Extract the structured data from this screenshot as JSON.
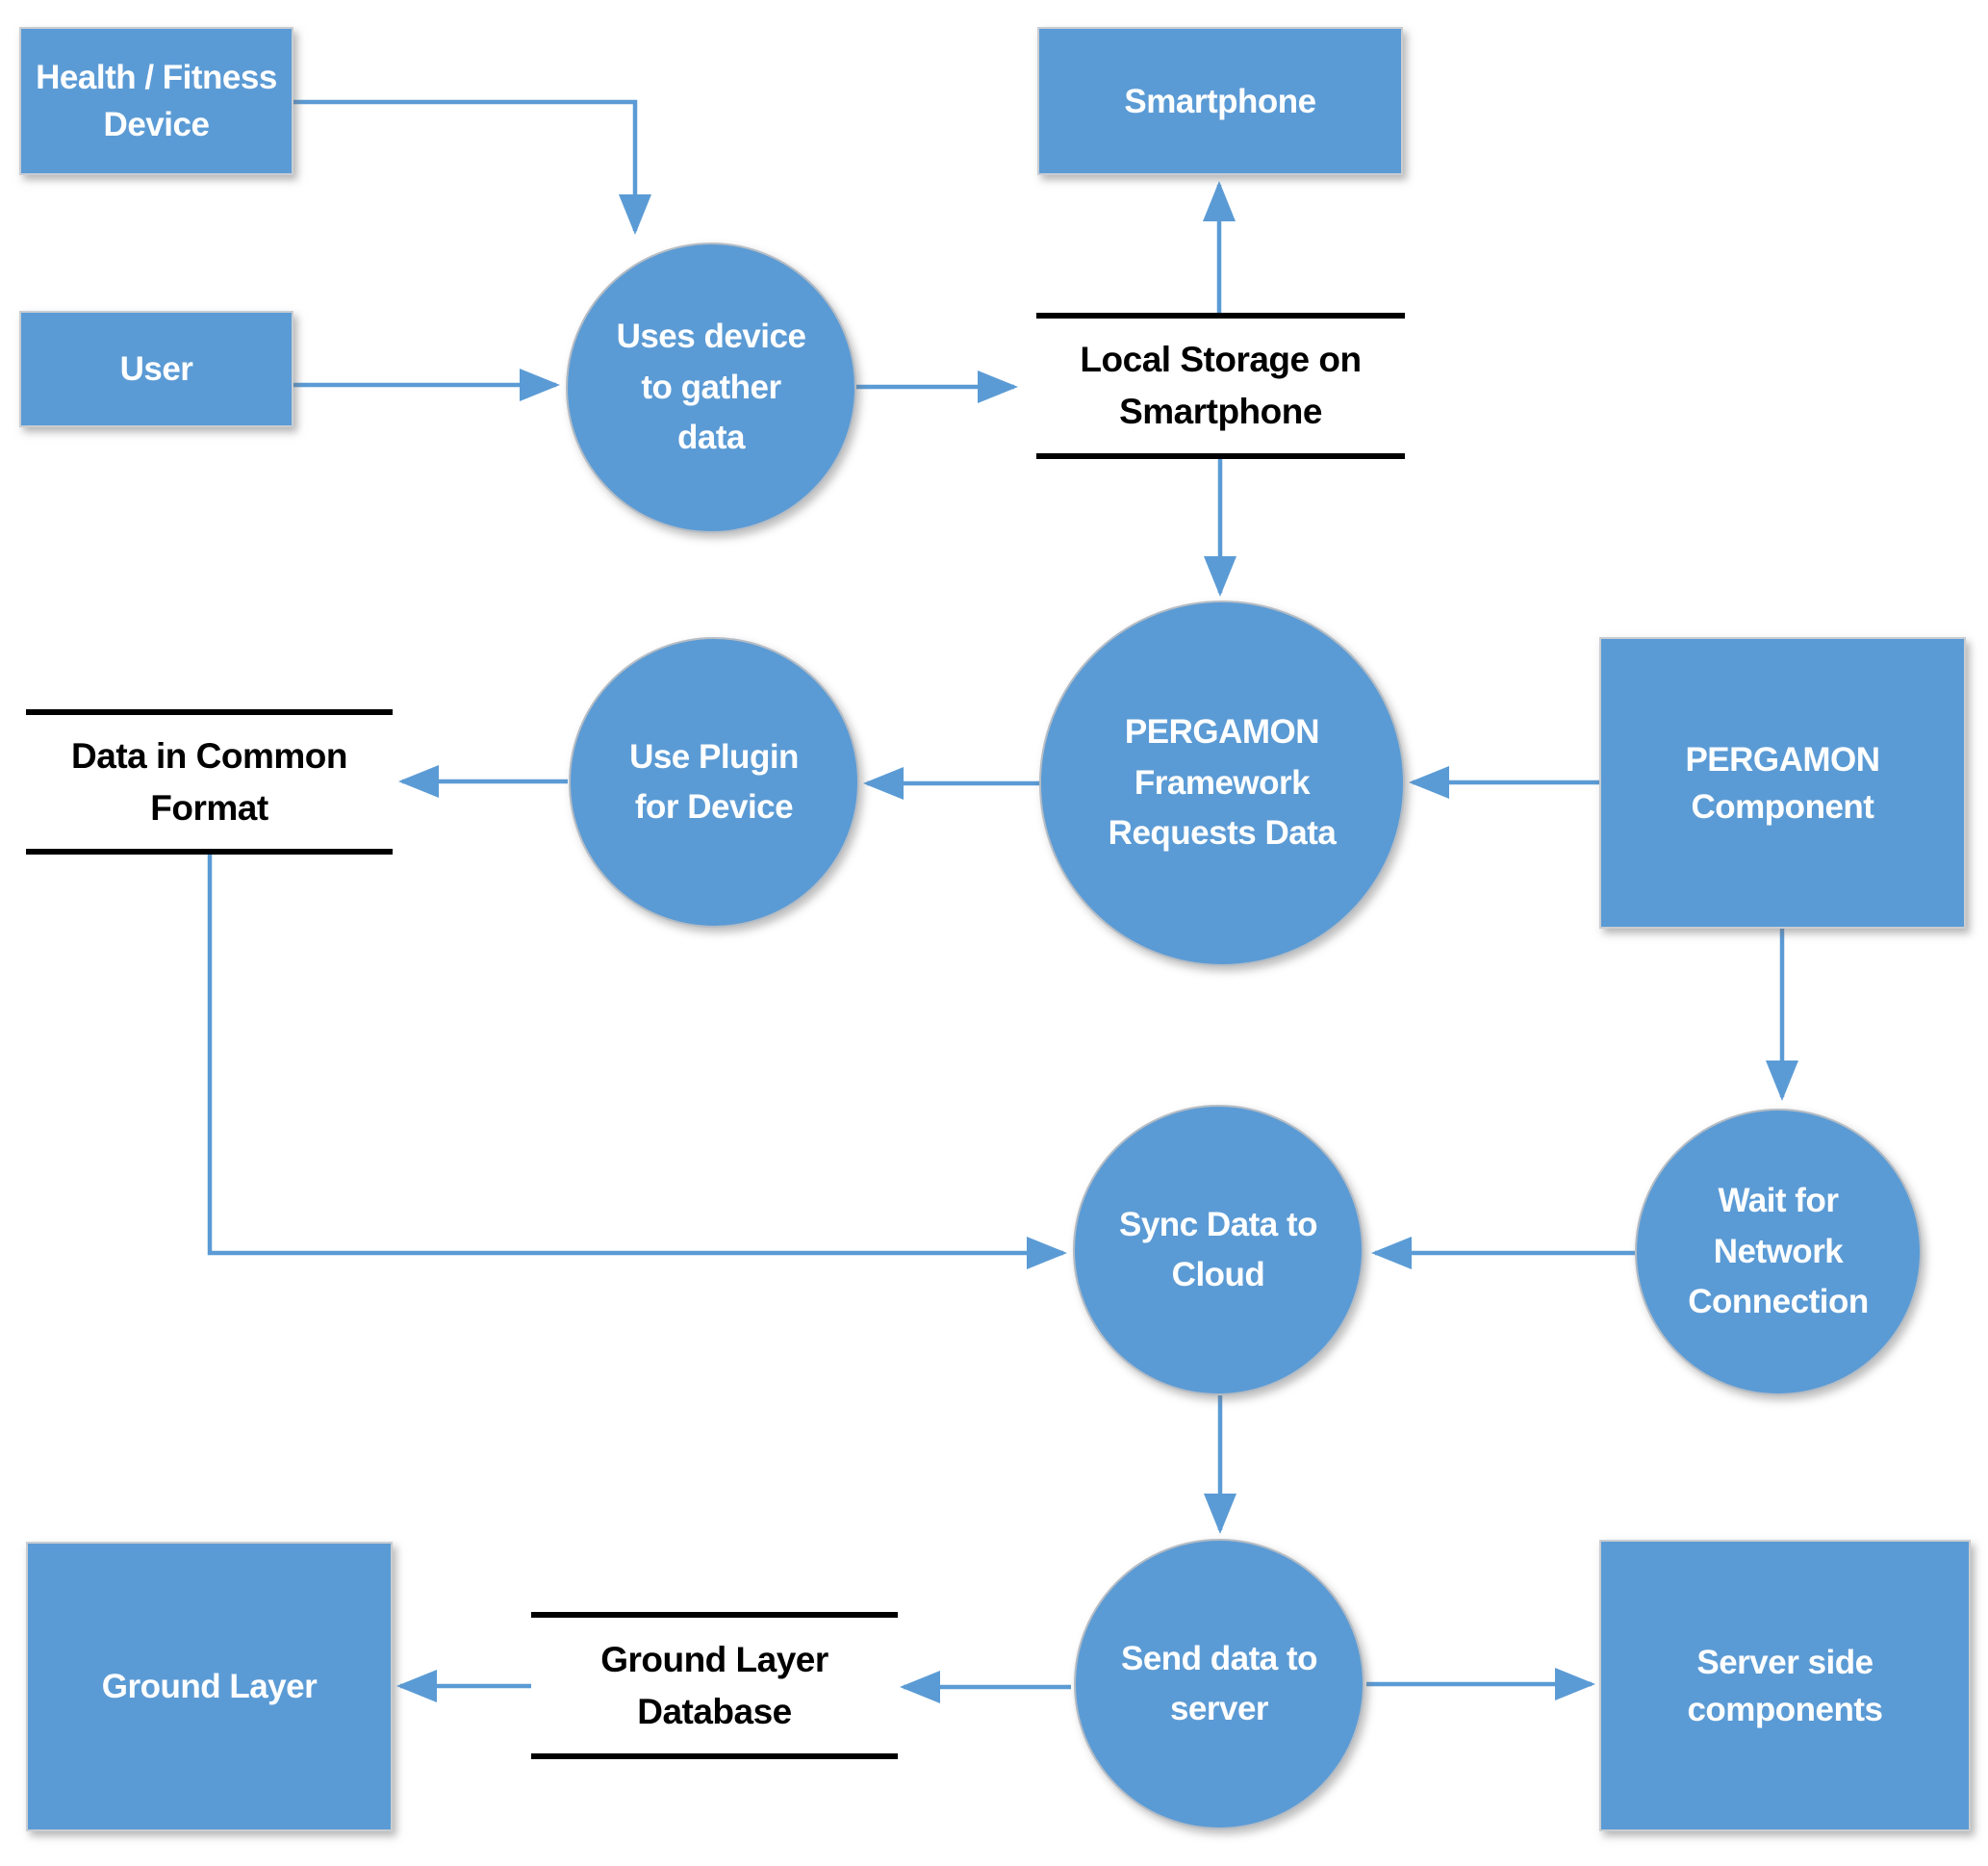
{
  "diagram": {
    "colors": {
      "shape_fill": "#5b9bd5",
      "connector": "#5b9bd5",
      "store_line": "#000000",
      "shape_text": "#ffffff",
      "store_text": "#000000",
      "background": "#ffffff"
    },
    "entities": [
      {
        "id": "health-fitness-device",
        "label": "Health / Fitness\nDevice"
      },
      {
        "id": "user",
        "label": "User"
      },
      {
        "id": "smartphone",
        "label": "Smartphone"
      },
      {
        "id": "pergamon-component",
        "label": "PERGAMON\nComponent"
      },
      {
        "id": "ground-layer",
        "label": "Ground Layer"
      },
      {
        "id": "server-side-components",
        "label": "Server side\ncomponents"
      }
    ],
    "processes": [
      {
        "id": "uses-device-to-gather-data",
        "label": "Uses device\nto gather\ndata"
      },
      {
        "id": "use-plugin-for-device",
        "label": "Use Plugin\nfor Device"
      },
      {
        "id": "pergamon-framework-requests-data",
        "label": "PERGAMON\nFramework\nRequests Data"
      },
      {
        "id": "sync-data-to-cloud",
        "label": "Sync Data to\nCloud"
      },
      {
        "id": "wait-for-network-connection",
        "label": "Wait for\nNetwork\nConnection"
      },
      {
        "id": "send-data-to-server",
        "label": "Send data to\nserver"
      }
    ],
    "data_stores": [
      {
        "id": "local-storage-on-smartphone",
        "label": "Local Storage on\nSmartphone"
      },
      {
        "id": "data-in-common-format",
        "label": "Data in Common\nFormat"
      },
      {
        "id": "ground-layer-database",
        "label": "Ground Layer\nDatabase"
      }
    ],
    "flows": [
      {
        "from": "health-fitness-device",
        "to": "uses-device-to-gather-data"
      },
      {
        "from": "user",
        "to": "uses-device-to-gather-data"
      },
      {
        "from": "uses-device-to-gather-data",
        "to": "local-storage-on-smartphone"
      },
      {
        "from": "local-storage-on-smartphone",
        "to": "smartphone"
      },
      {
        "from": "local-storage-on-smartphone",
        "to": "pergamon-framework-requests-data"
      },
      {
        "from": "pergamon-component",
        "to": "pergamon-framework-requests-data"
      },
      {
        "from": "pergamon-framework-requests-data",
        "to": "use-plugin-for-device"
      },
      {
        "from": "use-plugin-for-device",
        "to": "data-in-common-format"
      },
      {
        "from": "data-in-common-format",
        "to": "sync-data-to-cloud"
      },
      {
        "from": "pergamon-component",
        "to": "wait-for-network-connection"
      },
      {
        "from": "wait-for-network-connection",
        "to": "sync-data-to-cloud"
      },
      {
        "from": "sync-data-to-cloud",
        "to": "send-data-to-server"
      },
      {
        "from": "send-data-to-server",
        "to": "ground-layer-database"
      },
      {
        "from": "ground-layer-database",
        "to": "ground-layer"
      },
      {
        "from": "send-data-to-server",
        "to": "server-side-components"
      }
    ]
  }
}
